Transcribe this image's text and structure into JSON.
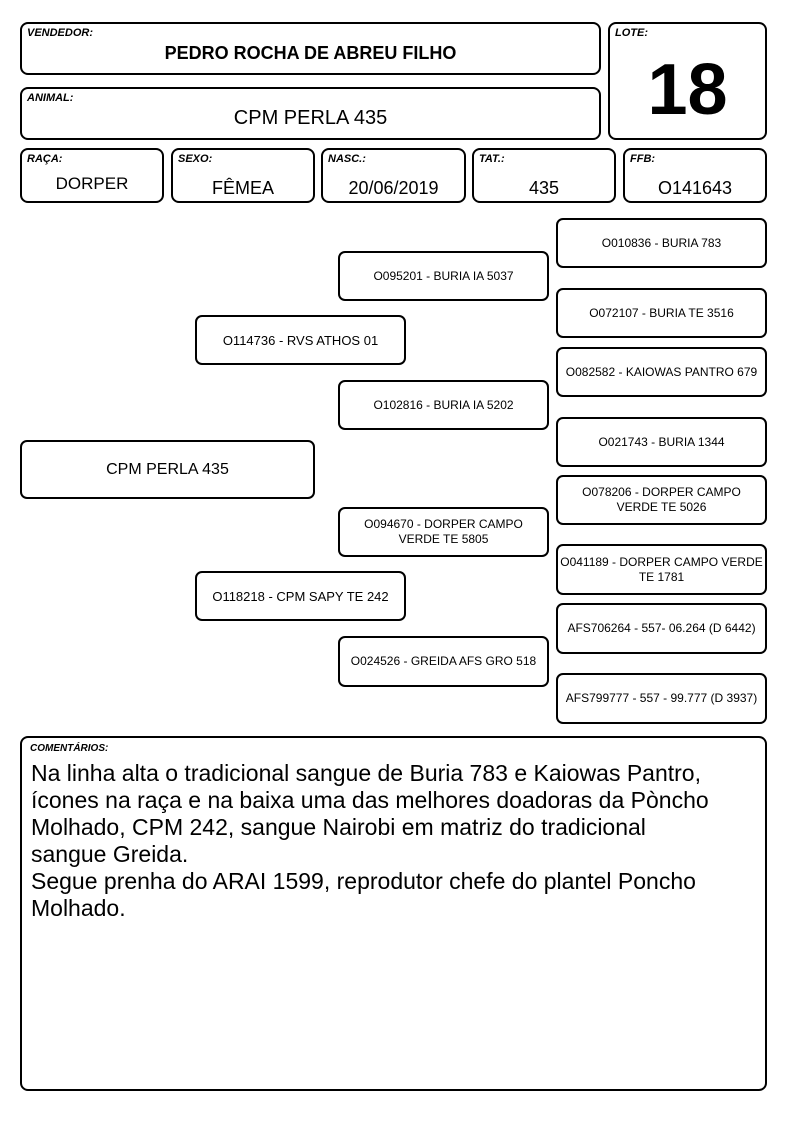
{
  "header": {
    "vendedor_label": "VENDEDOR:",
    "vendedor": "PEDRO ROCHA DE ABREU FILHO",
    "lote_label": "LOTE:",
    "lote": "18",
    "animal_label": "ANIMAL:",
    "animal": "CPM PERLA 435"
  },
  "info": {
    "raca_label": "RAÇA:",
    "raca": "DORPER",
    "sexo_label": "SEXO:",
    "sexo": "FÊMEA",
    "nasc_label": "NASC.:",
    "nasc": "20/06/2019",
    "tat_label": "TAT.:",
    "tat": "435",
    "ffb_label": "FFB:",
    "ffb": "O141643"
  },
  "pedigree": {
    "animal": "CPM PERLA 435",
    "sire": "O114736 - RVS ATHOS 01",
    "dam": "O118218 - CPM SAPY TE 242",
    "sire_sire": "O095201 - BURIA IA 5037",
    "sire_dam": "O102816 - BURIA IA 5202",
    "dam_sire": "O094670 - DORPER CAMPO VERDE TE 5805",
    "dam_dam": "O024526 - GREIDA AFS GRO 518",
    "gg": [
      "O010836 - BURIA 783",
      "O072107 - BURIA TE 3516",
      "O082582 - KAIOWAS PANTRO 679",
      "O021743 - BURIA 1344",
      "O078206 - DORPER CAMPO VERDE TE 5026",
      "O041189 - DORPER CAMPO VERDE TE 1781",
      "AFS706264 - 557- 06.264 (D 6442)",
      "AFS799777 - 557 - 99.777 (D 3937)"
    ]
  },
  "comments": {
    "label": "COMENTÁRIOS:",
    "text": "Na linha alta o tradicional sangue de Buria 783 e Kaiowas Pantro,\nícones na raça e na baixa uma das melhores doadoras da Pòncho\nMolhado, CPM 242, sangue Nairobi em matriz do tradicional\nsangue Greida.\nSegue prenha do ARAI 1599, reprodutor chefe do plantel Poncho\nMolhado."
  }
}
